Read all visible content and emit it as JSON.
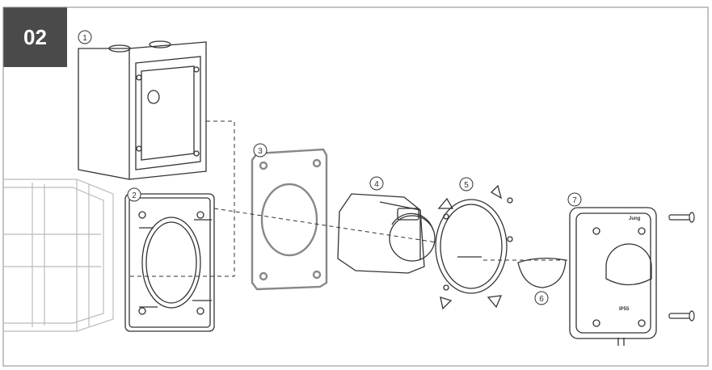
{
  "badge": {
    "label": "02"
  },
  "callouts": [
    "1",
    "2",
    "3",
    "4",
    "5",
    "6",
    "7"
  ],
  "brand_mark": "Jung",
  "ip_mark": "IP55",
  "colors": {
    "badge_bg": "#4a4a4a",
    "line": "#333333",
    "ghost": "#bbbbbb",
    "frame": "#888888"
  }
}
